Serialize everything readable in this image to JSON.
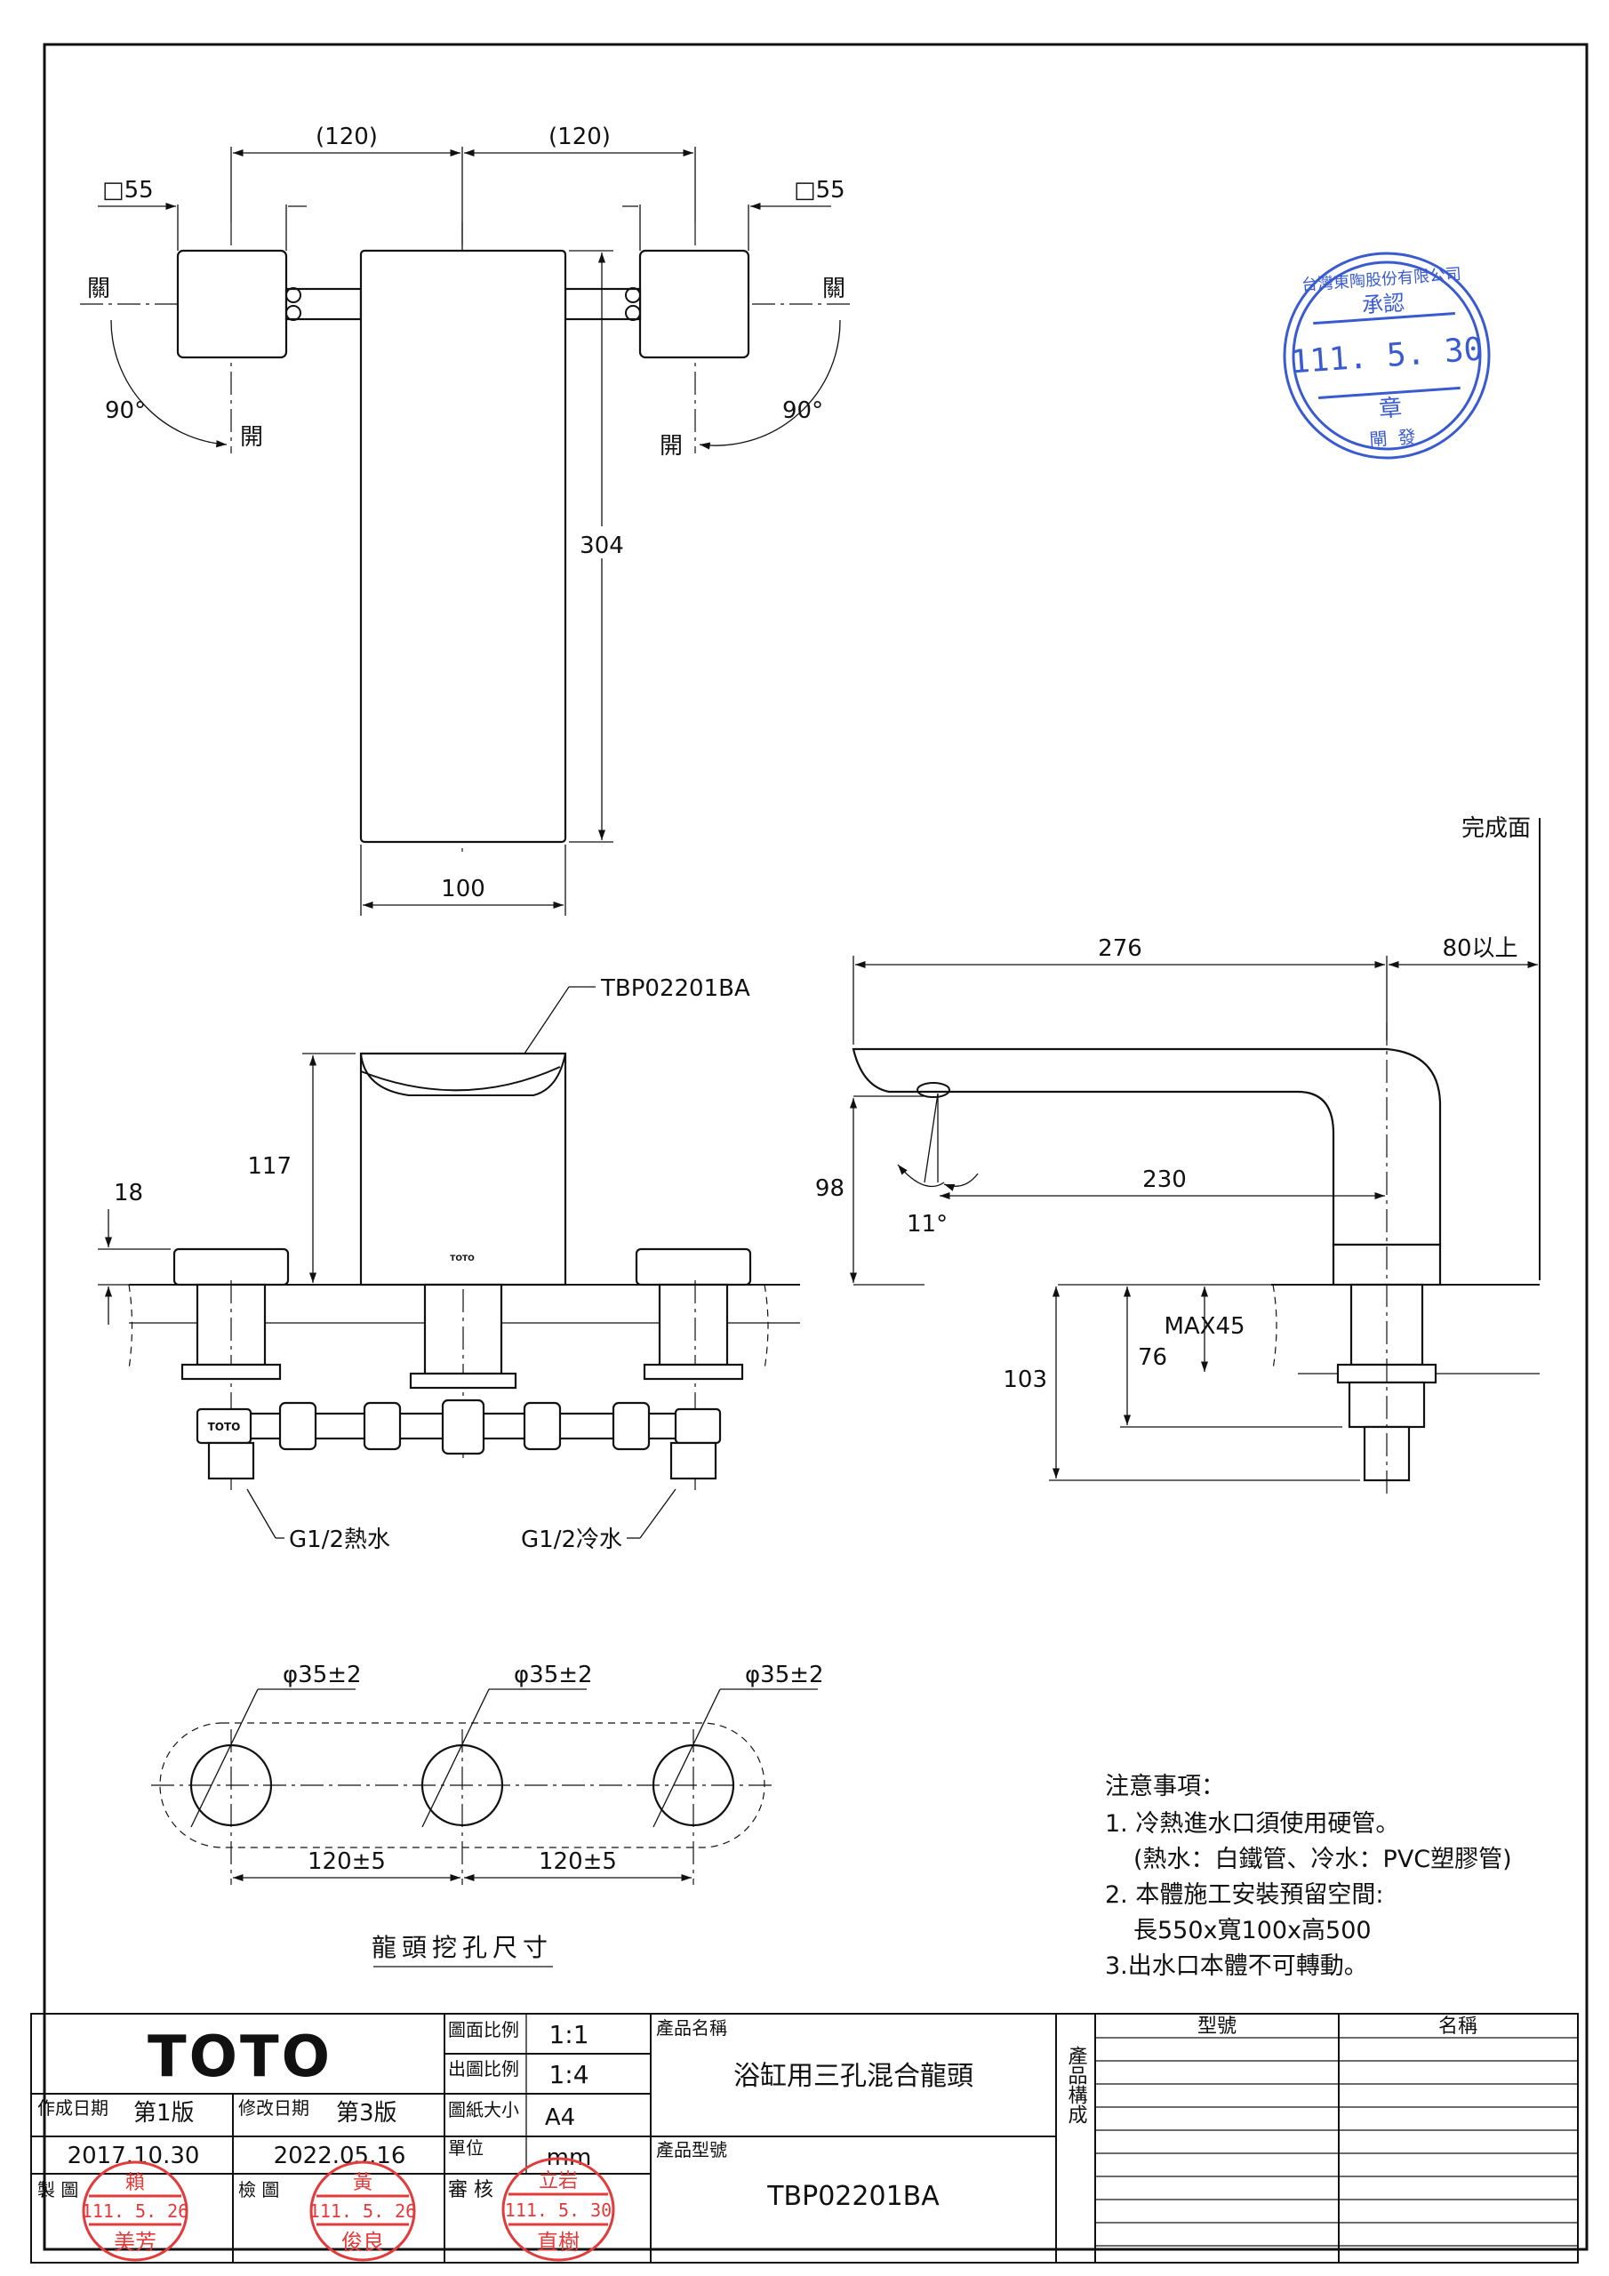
{
  "top_view": {
    "dim_left_spacing": "(120)",
    "dim_right_spacing": "(120)",
    "left_handle_size": "□55",
    "right_handle_size": "□55",
    "left_closed": "關",
    "right_closed": "關",
    "left_open": "開",
    "right_open": "開",
    "left_angle": "90°",
    "right_angle": "90°",
    "spout_length": "304",
    "spout_width": "100"
  },
  "front_view": {
    "model_callout": "TBP02201BA",
    "spout_height": "117",
    "handle_height": "18",
    "hot_inlet": "G1/2熱水",
    "cold_inlet": "G1/2冷水",
    "brand_mark": "TOTO"
  },
  "side_view": {
    "finish_surface": "完成面",
    "reach": "276",
    "clearance": "80以上",
    "outlet_height": "98",
    "outlet_angle": "11°",
    "inner_reach": "230",
    "deck_max": "MAX45",
    "below_deck_1": "76",
    "below_deck_2": "103"
  },
  "hole_plan": {
    "hole_1": "φ35±2",
    "hole_2": "φ35±2",
    "hole_3": "φ35±2",
    "spacing_1": "120±5",
    "spacing_2": "120±5",
    "caption": "龍頭挖孔尺寸"
  },
  "notes": {
    "title": "注意事項：",
    "lines": [
      "1. 冷熱進水口須使用硬管。",
      "(熱水：白鐵管、冷水：PVC塑膠管)",
      "2. 本體施工安裝預留空間:",
      "長550x寬100x高500",
      "3.出水口本體不可轉動。"
    ]
  },
  "approval_seal": {
    "date": "111. 5. 30",
    "ring_text": "台灣東陶股份有限公司",
    "center_top": "承認",
    "center_bottom": "章",
    "bottom": "閘 發"
  },
  "title_block": {
    "logo": "TOTO",
    "drawing_scale_label": "圖面比例",
    "drawing_scale": "1:1",
    "print_scale_label": "出圖比例",
    "print_scale": "1:4",
    "paper_size_label": "圖紙大小",
    "paper_size": "A4",
    "unit_label": "單位",
    "unit": "mm",
    "review_label": "審 核",
    "created_label": "作成日期",
    "created_version": "第1版",
    "created_date": "2017.10.30",
    "revised_label": "修改日期",
    "revised_version": "第3版",
    "revised_date": "2022.05.16",
    "made_by_label": "製 圖",
    "checked_by_label": "檢 圖",
    "product_name_label": "產品名稱",
    "product_name": "浴缸用三孔混合龍頭",
    "product_model_label": "產品型號",
    "product_model": "TBP02201BA",
    "composition_label": "產品構成",
    "col_model": "型號",
    "col_name": "名稱"
  },
  "signature_seals": {
    "maker": {
      "top": "賴",
      "date": "111. 5. 26",
      "name": "美芳"
    },
    "checker": {
      "top": "黃",
      "date": "111. 5. 26",
      "name": "俊良"
    },
    "reviewer": {
      "top": "立岩",
      "date": "111. 5. 30",
      "name": "直樹"
    }
  }
}
